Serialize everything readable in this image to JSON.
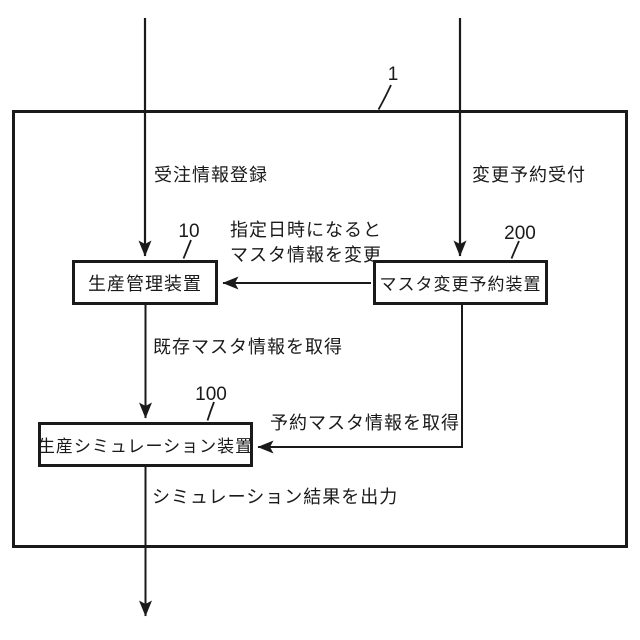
{
  "figure": {
    "system_ref": "1",
    "nodes": [
      {
        "id": "production-management",
        "ref": "10",
        "label": "生産管理装置"
      },
      {
        "id": "master-change-reservation",
        "ref": "200",
        "label": "マスタ変更予約装置"
      },
      {
        "id": "production-simulation",
        "ref": "100",
        "label": "生産シミュレーション装置"
      }
    ],
    "annotations": {
      "order_registration": "受注情報登録",
      "change_reservation_accept": "変更予約受付",
      "scheduled_change_line1": "指定日時になると",
      "scheduled_change_line2": "マスタ情報を変更",
      "get_existing_master": "既存マスタ情報を取得",
      "get_reserved_master": "予約マスタ情報を取得",
      "output_result": "シミュレーション結果を出力"
    },
    "colors": {
      "ink": "#1a1a1a",
      "background": "#ffffff"
    }
  }
}
